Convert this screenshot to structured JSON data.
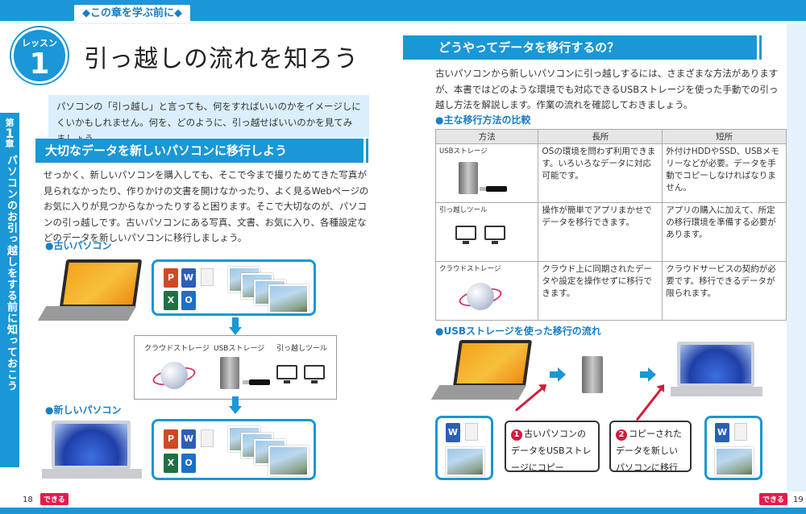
{
  "header": {
    "chapter_tag": "◆この章を学ぶ前に◆"
  },
  "side_tab": {
    "chapter_prefix": "第",
    "chapter_num": "1",
    "chapter_suffix": "章",
    "title": "パソコンのお引っ越しをする前に知っておこう"
  },
  "lesson": {
    "word": "レッスン",
    "number": "1",
    "title": "引っ越しの流れを知ろう"
  },
  "intro": "パソコンの「引っ越し」と言っても、何をすればいいのかをイメージしにくいかもしれません。何を、どのように、引っ越せばいいのかを見てみましょう。",
  "left_section": {
    "heading": "大切なデータを新しいパソコンに移行しよう",
    "body": "せっかく、新しいパソコンを購入しても、そこで今まで撮りためてきた写真が見られなかったり、作りかけの文書を開けなかったり、よく見るWebページのお気に入りが見つからなかったりすると困ります。そこで大切なのが、パソコンの引っ越しです。古いパソコンにある写真、文書、お気に入り、各種設定などのデータを新しいパソコンに移行しましょう。",
    "old_pc_label": "●古いパソコン",
    "new_pc_label": "●新しいパソコン",
    "tools": [
      "クラウドストレージ",
      "USBストレージ",
      "引っ越しツール"
    ]
  },
  "right_section": {
    "heading": "どうやってデータを移行するの？",
    "body": "古いパソコンから新しいパソコンに引っ越しするには、さまざまな方法がありますが、本書ではどのような環境でも対応できるUSBストレージを使った手動での引っ越し方法を解説します。作業の流れを確認しておきましょう。",
    "table_label": "●主な移行方法の比較",
    "table_headers": [
      "方法",
      "長所",
      "短所"
    ],
    "table_rows": [
      {
        "method": "USBストレージ",
        "pros": "OSの環境を問わず利用できます。いろいろなデータに対応可能です。",
        "cons": "外付けHDDやSSD、USBメモリーなどが必要。データを手動でコピーしなければなりません。"
      },
      {
        "method": "引っ越しツール",
        "pros": "操作が簡単でアプリまかせでデータを移行できます。",
        "cons": "アプリの購入に加えて、所定の移行環境を準備する必要があります。"
      },
      {
        "method": "クラウドストレージ",
        "pros": "クラウド上に同期されたデータや設定を操作せずに移行できます。",
        "cons": "クラウドサービスの契約が必要です。移行できるデータが限られます。"
      }
    ],
    "flow_label": "●USBストレージを使った移行の流れ",
    "step1": {
      "num": "1",
      "text": "古いパソコンのデータをUSBストレージにコピー"
    },
    "step2": {
      "num": "2",
      "text": "コピーされたデータを新しいパソコンに移行"
    }
  },
  "footer": {
    "left_page": "18",
    "right_page": "19",
    "logo": "できる"
  },
  "colors": {
    "accent": "#1a97d6",
    "light": "#dbeefb",
    "red": "#d21d3a"
  }
}
